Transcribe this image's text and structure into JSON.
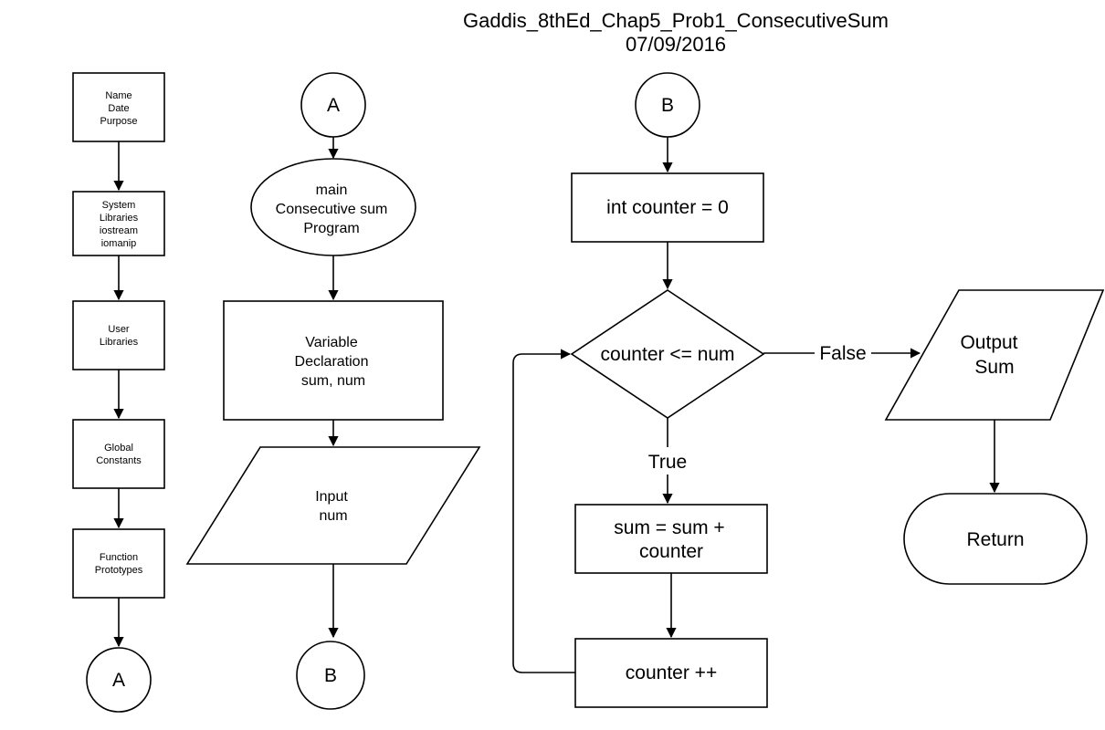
{
  "header": {
    "title": "Gaddis_8thEd_Chap5_Prob1_ConsecutiveSum",
    "date": "07/09/2016"
  },
  "column1": {
    "box1": [
      "Name",
      "Date",
      "Purpose"
    ],
    "box2": [
      "System",
      "Libraries",
      "iostream",
      "iomanip"
    ],
    "box3": [
      "User",
      "Libraries"
    ],
    "box4": [
      "Global",
      "Constants"
    ],
    "box5": [
      "Function",
      "Prototypes"
    ],
    "connector": "A"
  },
  "column2": {
    "connector_top": "A",
    "start": [
      "main",
      "Consecutive sum",
      "Program"
    ],
    "declare": [
      "Variable",
      "Declaration",
      "sum, num"
    ],
    "input": [
      "Input",
      "num"
    ],
    "connector_bottom": "B"
  },
  "column3": {
    "connector_top": "B",
    "init": "int counter = 0",
    "decision": "counter <= num",
    "true_label": "True",
    "false_label": "False",
    "sum_step": [
      "sum = sum +",
      "counter"
    ],
    "increment": "counter ++"
  },
  "column4": {
    "output": [
      "Output",
      "Sum"
    ],
    "terminator": "Return"
  }
}
